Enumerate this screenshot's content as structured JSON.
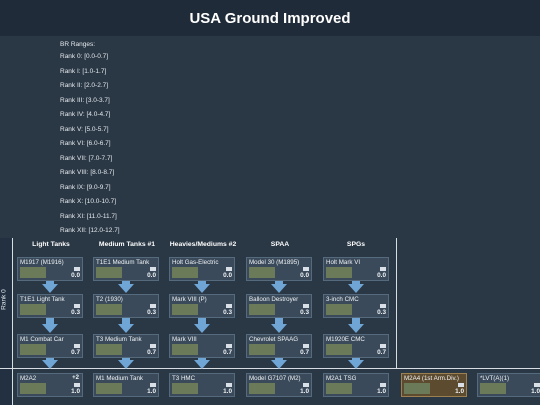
{
  "title": "USA Ground Improved",
  "br_ranges": {
    "header": "BR Ranges:",
    "lines": [
      "Rank 0: [0.0-0.7]",
      "Rank I: [1.0-1.7]",
      "Rank II: [2.0-2.7]",
      "Rank III: [3.0-3.7]",
      "Rank IV: [4.0-4.7]",
      "Rank V: [5.0-5.7]",
      "Rank VI: [6.0-6.7]",
      "Rank VII: [7.0-7.7]",
      "Rank VIII: [8.0-8.7]",
      "Rank IX: [9.0-9.7]",
      "Rank X: [10.0-10.7]",
      "Rank XI: [11.0-11.7]",
      "Rank XII: [12.0-12.7]"
    ]
  },
  "tree": {
    "rank_label": "Rank 0",
    "columns": [
      "Light Tanks",
      "Medium Tanks #1",
      "Heavies/Mediums #2",
      "SPAA",
      "SPGs"
    ],
    "rank0": [
      [
        {
          "name": "M1917 (M1916)",
          "br": "0.0"
        },
        {
          "name": "T1E1 Light Tank",
          "br": "0.3"
        },
        {
          "name": "M1 Combat Car",
          "br": "0.7"
        }
      ],
      [
        {
          "name": "T1E1 Medium Tank",
          "br": "0.0"
        },
        {
          "name": "T2 (1930)",
          "br": "0.3"
        },
        {
          "name": "T3 Medium Tank",
          "br": "0.7"
        }
      ],
      [
        {
          "name": "Holt Gas-Electric",
          "br": "0.0"
        },
        {
          "name": "Mark VIII (P)",
          "br": "0.3"
        },
        {
          "name": "Mark VIII",
          "br": "0.7"
        }
      ],
      [
        {
          "name": "Model 30 (M1895)",
          "br": "0.0"
        },
        {
          "name": "Balloon Destroyer",
          "br": "0.3"
        },
        {
          "name": "Chevrolet SPAAG",
          "br": "0.7"
        }
      ],
      [
        {
          "name": "Holt Mark VI",
          "br": "0.0"
        },
        {
          "name": "3-inch CMC",
          "br": "0.3"
        },
        {
          "name": "M1920E CMC",
          "br": "0.7"
        }
      ]
    ],
    "rank1": [
      {
        "name": "M2A2",
        "br": "1.0",
        "extra": "+2"
      },
      {
        "name": "M1 Medium Tank",
        "br": "1.0"
      },
      {
        "name": "T3 HMC",
        "br": "1.0"
      },
      {
        "name": "Model G7107 (M2)",
        "br": "1.0"
      },
      {
        "name": "M2A1 TSG",
        "br": "1.0"
      },
      {
        "name": "M2A4 (1st Arm.Div.)",
        "br": "1.0"
      },
      {
        "name": "*LVT(A)(1)",
        "br": "1.0"
      }
    ]
  }
}
